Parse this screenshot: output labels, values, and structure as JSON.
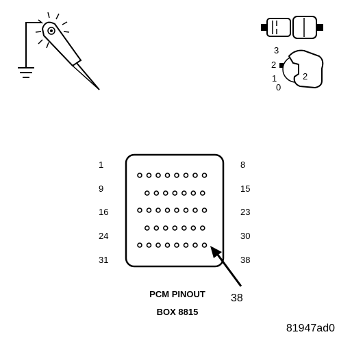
{
  "ignition_key": {
    "positions": [
      "3",
      "2",
      "1",
      "0"
    ],
    "selected_position": "2"
  },
  "connector": {
    "pin_labels_left": [
      "1",
      "9",
      "16",
      "24",
      "31"
    ],
    "pin_labels_right": [
      "8",
      "15",
      "23",
      "30",
      "38"
    ],
    "row_pin_counts": [
      8,
      7,
      8,
      7,
      8
    ],
    "callout_pin": "38"
  },
  "caption": {
    "line1": "PCM PINOUT",
    "line2": "BOX 8815"
  },
  "figure_id": "81947ad0"
}
